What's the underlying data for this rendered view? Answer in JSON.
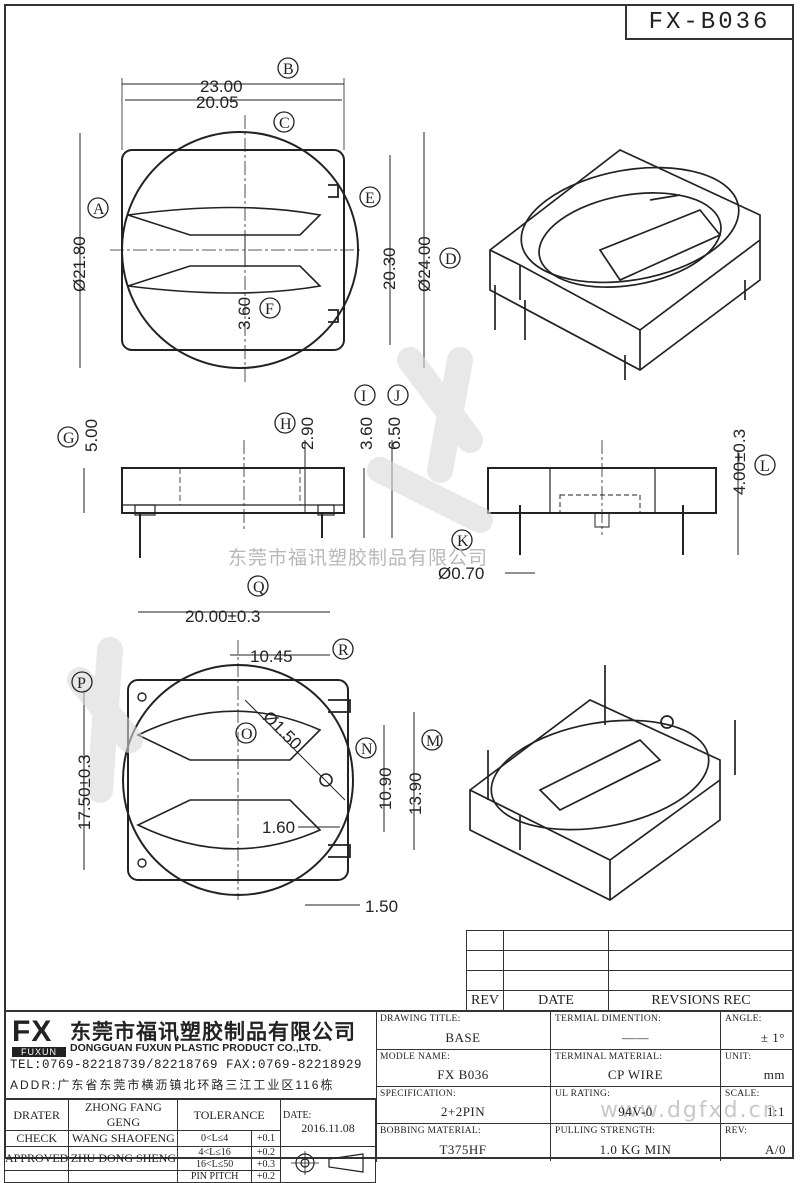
{
  "title": "FX-B036",
  "watermark_text": "东莞市福讯塑胶制品有限公司",
  "watermark_url": "www.dgfxd.cn",
  "views": {
    "top": {
      "dims": [
        "23.00",
        "20.05",
        "Ø21.80",
        "20.30",
        "Ø24.00",
        "3.60"
      ],
      "labels": [
        "A",
        "B",
        "C",
        "D",
        "E",
        "F"
      ]
    },
    "side": {
      "dims": [
        "5.00",
        "2.90",
        "3.60",
        "6.50",
        "4.00±0.3",
        "Ø0.70"
      ],
      "labels": [
        "G",
        "H",
        "I",
        "J",
        "K",
        "L"
      ]
    },
    "bottom": {
      "dims": [
        "20.00±0.3",
        "10.45",
        "Ø1.50",
        "17.50±0.3",
        "10.90",
        "13.90",
        "1.60",
        "1.50"
      ],
      "labels": [
        "M",
        "N",
        "O",
        "P",
        "Q",
        "R"
      ]
    }
  },
  "revision_table": {
    "headers": [
      "REV",
      "DATE",
      "REVSIONS REC"
    ]
  },
  "company": {
    "logo_text": "FX",
    "logo_sub": "FUXUN",
    "name_cn": "东莞市福讯塑胶制品有限公司",
    "name_en": "DONGGUAN FUXUN PLASTIC PRODUCT CO.,LTD.",
    "tel": "TEL:0769-82218739/82218769 FAX:0769-82218929",
    "addr": "ADDR:广东省东莞市横沥镇北环路三江工业区116栋"
  },
  "signoff": {
    "drater_label": "DRATER",
    "drater": "ZHONG FANG GENG",
    "check_label": "CHECK",
    "check": "WANG SHAOFENG",
    "approved_label": "APPROVED",
    "approved": "ZHU DONG SHENG",
    "tolerance_label": "TOLERANCE",
    "tol_rows": [
      [
        "0<L≤4",
        "+0.1"
      ],
      [
        "4<L≤16",
        "+0.2"
      ],
      [
        "16<L≤50",
        "+0.3"
      ],
      [
        "PIN PITCH",
        "+0.2"
      ]
    ],
    "date_label": "DATE:",
    "date": "2016.11.08"
  },
  "fields": {
    "drawing_title_label": "DRAWING TITLE:",
    "drawing_title": "BASE",
    "terminal_dimention_label": "TERMIAL DIMENTION:",
    "terminal_dimention": "——",
    "angle_label": "ANGLE:",
    "angle": "± 1°",
    "module_name_label": "MODLE NAME:",
    "module_name": "FX B036",
    "terminal_material_label": "TERMINAL MATERIAL:",
    "terminal_material": "CP WIRE",
    "unit_label": "UNIT:",
    "unit": "mm",
    "specification_label": "SPECIFICATION:",
    "specification": "2+2PIN",
    "ul_rating_label": "UL RATING:",
    "ul_rating": "94V-0",
    "scale_label": "SCALE:",
    "scale": "1:1",
    "bobbing_material_label": "BOBBING MATERIAL:",
    "bobbing_material": "T375HF",
    "pulling_strength_label": "PULLING STRENGTH:",
    "pulling_strength": "1.0 KG MIN",
    "rev_label": "REV:",
    "rev": "A/0"
  }
}
